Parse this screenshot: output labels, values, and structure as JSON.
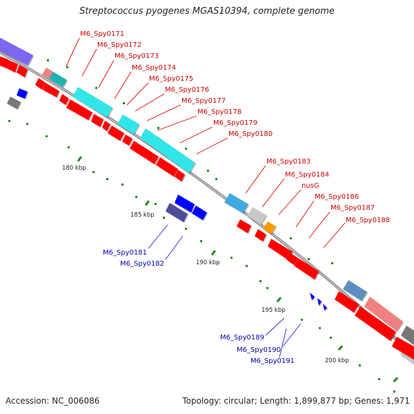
{
  "title": "Streptococcus pyogenes MGAS10394, complete genome",
  "footer": {
    "accession": "Accession: NC_006086",
    "summary": "Topology: circular; Length: 1,899,877 bp; Genes: 1,971"
  },
  "ticks": [
    {
      "label": "180 kbp"
    },
    {
      "label": "185 kbp"
    },
    {
      "label": "190 kbp"
    },
    {
      "label": "195 kbp"
    },
    {
      "label": "200 kbp"
    }
  ],
  "genes_forward": [
    {
      "label": "M6_Spy0171"
    },
    {
      "label": "M6_Spy0172"
    },
    {
      "label": "M6_Spy0173"
    },
    {
      "label": "M6_Spy0174"
    },
    {
      "label": "M6_Spy0175"
    },
    {
      "label": "M6_Spy0176"
    },
    {
      "label": "M6_Spy0177"
    },
    {
      "label": "M6_Spy0178"
    },
    {
      "label": "M6_Spy0179"
    },
    {
      "label": "M6_Spy0180"
    },
    {
      "label": "M6_Spy0183"
    },
    {
      "label": "M6_Spy0184"
    },
    {
      "label": "nusG"
    },
    {
      "label": "M6_Spy0186"
    },
    {
      "label": "M6_Spy0187"
    },
    {
      "label": "M6_Spy0188"
    }
  ],
  "genes_reverse": [
    {
      "label": "M6_Spy0181"
    },
    {
      "label": "M6_Spy0182"
    },
    {
      "label": "M6_Spy0189"
    },
    {
      "label": "M6_Spy0190"
    },
    {
      "label": "M6_Spy0191"
    }
  ],
  "colors": {
    "forward_gene": "#ff0000",
    "reverse_gene": "#0000ff",
    "label_forward": "#cc0000",
    "label_reverse": "#0000aa",
    "backbone": "#999999",
    "tick": "#007700",
    "cyan_cog": "#33e5e8",
    "teal_cog": "#1fb3b3",
    "pink_cog": "#f08080",
    "purple_cog": "#7b68ee",
    "navy_cog": "#4b4b9a",
    "sky_cog": "#3fa8e0",
    "steel_cog": "#5b8fc0",
    "orange_cog": "#ff9900",
    "gray_cog": "#777777",
    "silver_cog": "#c8c8c8"
  }
}
